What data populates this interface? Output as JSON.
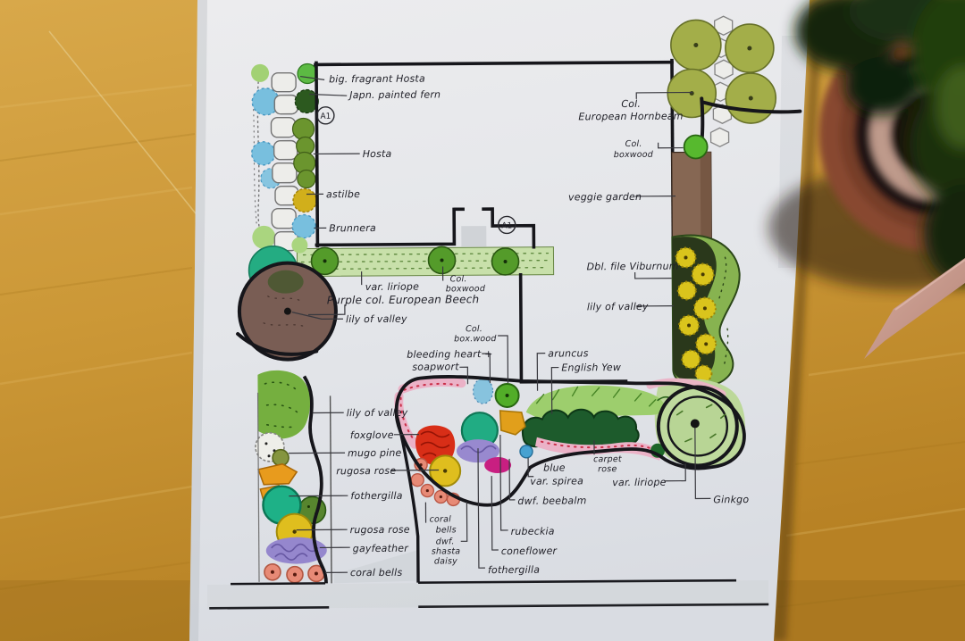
{
  "plan": {
    "markers": {
      "a1": "A1"
    },
    "palette": {
      "paper": "#eef0f4",
      "wood": "#d39c3a",
      "ink": "#1b1b1f",
      "bed_green": "#79b542",
      "strip_green": "#cfe8b0",
      "hornbeam_olive": "#a9b44c",
      "teal": "#23b288",
      "pink_rose": "#f3b8ce",
      "veggie_brown": "#8b6b56",
      "beech_brown": "#7d6057",
      "yellow_bloom": "#e7c51f",
      "pot_terracotta": "#8d4b33",
      "ribbon_pink": "#d2a195"
    },
    "labels": {
      "big_fragrant_hosta": "big. fragrant Hosta",
      "japn_painted_fern": "Japn. painted fern",
      "hosta": "Hosta",
      "astilbe": "astilbe",
      "brunnera": "Brunnera",
      "var_liriope": "var. liriope",
      "col_boxwood_strip_l1": "Col.",
      "col_boxwood_strip_l2": "boxwood",
      "purple_beech": "Purple col. European Beech",
      "lily_of_valley_beech": "lily of valley",
      "hornbeam_l1": "Col.",
      "hornbeam_l2": "European Hornbeam",
      "col_boxwood_tr_l1": "Col.",
      "col_boxwood_tr_l2": "boxwood",
      "veggie_garden": "veggie garden",
      "viburnum": "Dbl. file Viburnum",
      "lily_of_valley_right": "lily of valley",
      "col_boxwood_center_l1": "Col.",
      "col_boxwood_center_l2": "box.wood",
      "bleeding_heart": "bleeding heart +",
      "soapwort": "soapwort",
      "aruncus": "aruncus",
      "english_yew": "English Yew",
      "lily_of_valley_ll": "lily of valley",
      "foxglove": "foxglove",
      "mugo_pine": "mugo pine",
      "rugosa_rose_1": "rugosa rose",
      "fothergilla_left": "fothergilla",
      "rugosa_rose_2": "rugosa rose",
      "gayfeather": "gayfeather",
      "coral_bells_left": "coral bells",
      "coral_bells_c_l1": "coral",
      "coral_bells_c_l2": "bells",
      "shasta_l1": "dwf.",
      "shasta_l2": "shasta",
      "shasta_l3": "daisy",
      "blue_spirea_l1": "blue",
      "blue_spirea_l2": "var. spirea",
      "dwf_beebalm": "dwf. beebalm",
      "rubeckia": "rubeckia",
      "coneflower": "coneflower",
      "fothergilla_center": "fothergilla",
      "carpet_rose_l1": "carpet",
      "carpet_rose_l2": "rose",
      "var_liriope_right": "var. liriope",
      "ginkgo": "Ginkgo"
    }
  }
}
